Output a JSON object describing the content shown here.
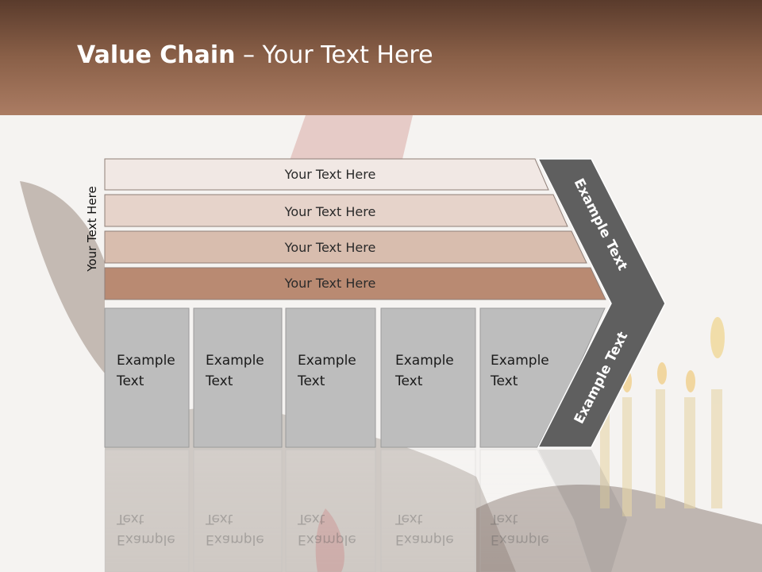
{
  "slide": {
    "title_bold": "Value Chain",
    "title_rest": " – Your Text Here"
  },
  "side_label": "Your Text Here",
  "support_rows": [
    {
      "label": "Your Text Here",
      "color": "#f1e8e4"
    },
    {
      "label": "Your Text Here",
      "color": "#e6d3ca"
    },
    {
      "label": "Your Text Here",
      "color": "#d8bdae"
    },
    {
      "label": "Your Text Here",
      "color": "#b98a72"
    }
  ],
  "primary_boxes": [
    {
      "line1": "Example",
      "line2": "Text"
    },
    {
      "line1": "Example",
      "line2": "Text"
    },
    {
      "line1": "Example",
      "line2": "Text"
    },
    {
      "line1": "Example",
      "line2": "Text"
    },
    {
      "line1": "Example",
      "line2": "Text"
    }
  ],
  "chevron": {
    "upper_label": "Example Text",
    "lower_label": "Example Text"
  },
  "colors": {
    "primary_box": "#bdbdbd",
    "chevron": "#5f5f5f",
    "header_dark": "#5a3b2c",
    "header_light": "#ab7c63"
  }
}
